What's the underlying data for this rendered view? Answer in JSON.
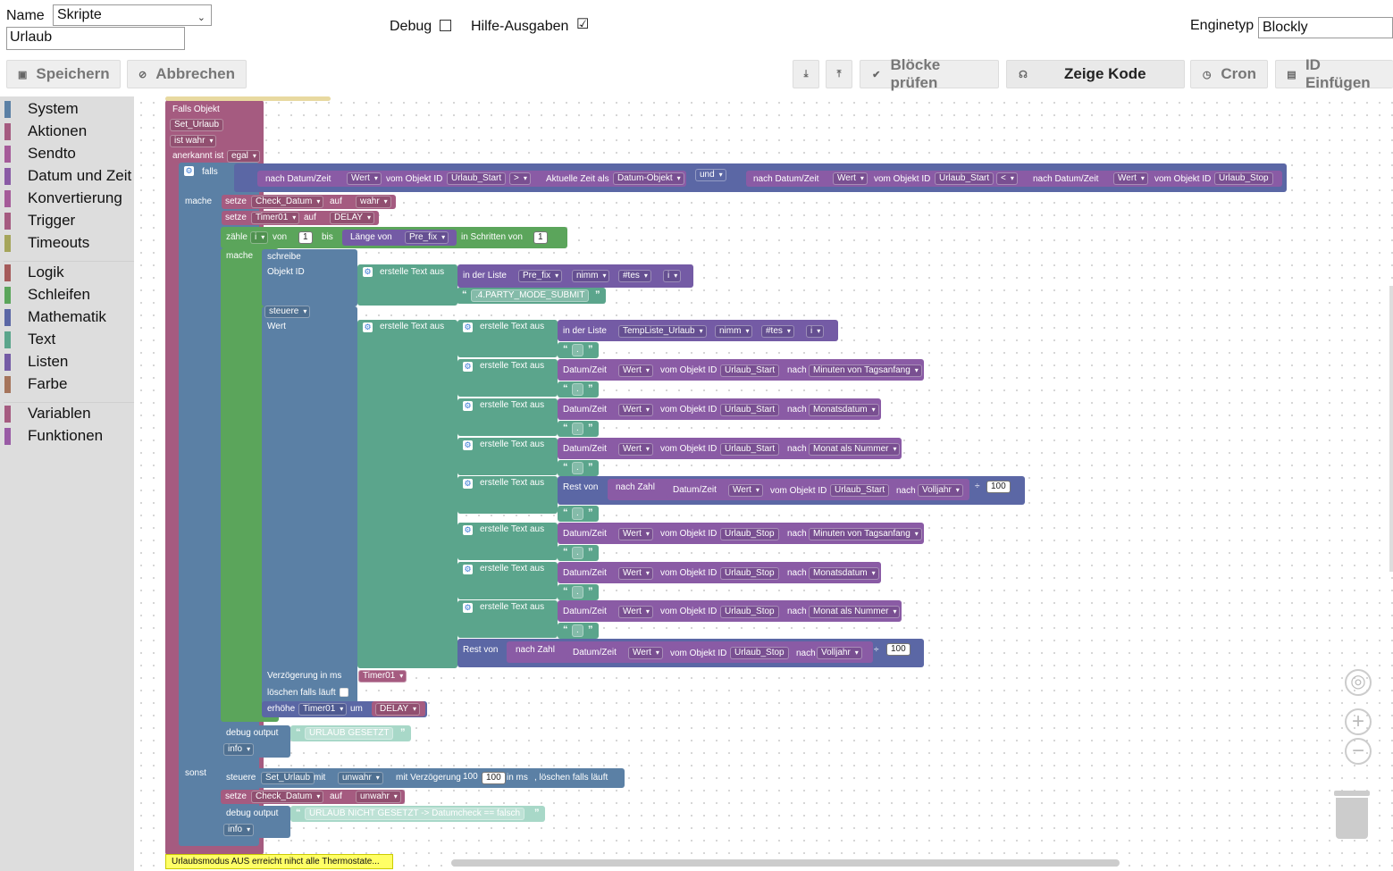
{
  "header": {
    "name_label": "Name",
    "name_select": "Skripte",
    "script_name": "Urlaub",
    "debug_label": "Debug",
    "hilfe_label": "Hilfe-Ausgaben",
    "hilfe_check": "☑",
    "engine_label": "Enginetyp",
    "engine_select": "Blockly"
  },
  "toolbar": {
    "save": "Speichern",
    "cancel": "Abbrechen",
    "check": "Blöcke prüfen",
    "show_code": "Zeige Kode",
    "cron": "Cron",
    "insert_id": "ID Einfügen"
  },
  "sidebar": {
    "items": [
      {
        "label": "System",
        "color": "#5b80a5"
      },
      {
        "label": "Aktionen",
        "color": "#a55b80"
      },
      {
        "label": "Sendto",
        "color": "#a55b99"
      },
      {
        "label": "Datum und Zeit",
        "color": "#8a5ba5"
      },
      {
        "label": "Konvertierung",
        "color": "#a55b99"
      },
      {
        "label": "Trigger",
        "color": "#a55b80"
      },
      {
        "label": "Timeouts",
        "color": "#a5a55b"
      },
      {
        "label": "Logik",
        "color": "#a55b5b"
      },
      {
        "label": "Schleifen",
        "color": "#5ba55b"
      },
      {
        "label": "Mathematik",
        "color": "#5b67a5"
      },
      {
        "label": "Text",
        "color": "#5ba58c"
      },
      {
        "label": "Listen",
        "color": "#745ba5"
      },
      {
        "label": "Farbe",
        "color": "#a5745b"
      },
      {
        "label": "Variablen",
        "color": "#a55b80"
      },
      {
        "label": "Funktionen",
        "color": "#995ba5"
      }
    ]
  },
  "blocks": {
    "falls_objekt": "Falls Objekt",
    "set_urlaub": "Set_Urlaub",
    "ist_wahr": "ist wahr",
    "anerkannt": "anerkannt ist",
    "egal": "egal",
    "falls": "falls",
    "mache": "mache",
    "sonst": "sonst",
    "nach_datum": "nach Datum/Zeit",
    "wert": "Wert",
    "vom_objekt": "vom Objekt ID",
    "urlaub_start": "Urlaub_Start",
    "urlaub_stop": "Urlaub_Stop",
    "gt": ">",
    "lt": "<",
    "aktuelle_zeit": "Aktuelle Zeit als",
    "datum_objekt": "Datum-Objekt",
    "und": "und",
    "setze": "setze",
    "check_datum": "Check_Datum",
    "auf": "auf",
    "wahr": "wahr",
    "timer01": "Timer01",
    "delay": "DELAY",
    "zaehle": "zähle",
    "i": "i",
    "von": "von",
    "one": "1",
    "bis": "bis",
    "laenge": "Länge von",
    "pre_fix": "Pre_fix",
    "in_schritten": "in Schritten von",
    "schreibe": "schreibe",
    "objekt_id": "Objekt ID",
    "erstelle": "erstelle Text aus",
    "in_der_liste": "in der Liste",
    "nimm": "nimm",
    "hash": "#tes",
    "party": ".4.PARTY_MODE_SUBMIT",
    "steuere": "steuere",
    "wert_lbl": "Wert",
    "templiste": "TempListe_Urlaub",
    "dot": ".",
    "datum_zeit": "Datum/Zeit",
    "nach": "nach",
    "minuten": "Minuten von Tagsanfang",
    "monatsdatum": "Monatsdatum",
    "monat_nr": "Monat als Nummer",
    "rest_von": "Rest von",
    "nach_zahl": "nach Zahl",
    "volljahr": "Volljahr",
    "div": "÷",
    "hundred": "100",
    "verzoegerung": "Verzögerung in ms",
    "loeschen": "löschen falls läuft",
    "erhoehe": "erhöhe",
    "um": "um",
    "debug_output": "debug output",
    "urlaub_gesetzt": "URLAUB GESETZT",
    "info": "info",
    "mit": "mit",
    "unwahr": "unwahr",
    "mit_verz": "mit Verzögerung",
    "in_ms": "in ms",
    "loeschen2": ", löschen falls läuft",
    "nicht_gesetzt": "URLAUB NICHT GESETZT -> Datumcheck == falsch",
    "comment": "Urlaubsmodus AUS erreicht nihct alle Thermostate..."
  }
}
